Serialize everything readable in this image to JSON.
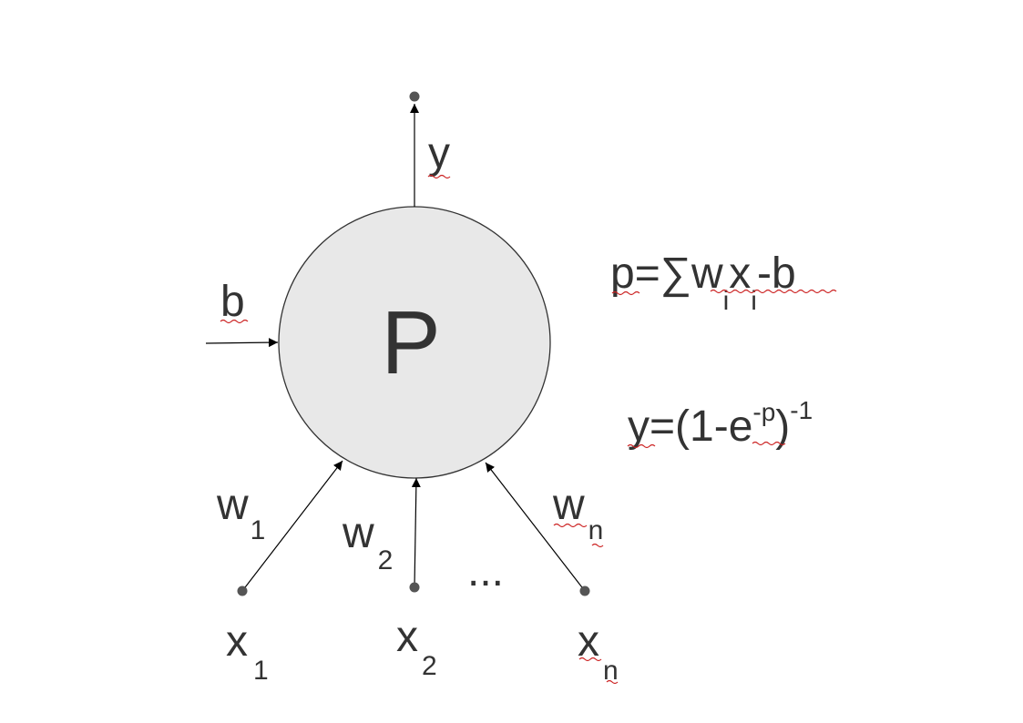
{
  "neuron": {
    "label": "P",
    "fill_color": "#e8e8e8",
    "stroke_color": "#333333"
  },
  "output": {
    "label": "y"
  },
  "bias": {
    "label": "b"
  },
  "inputs": [
    {
      "x_base": "x",
      "x_sub": "1",
      "w_base": "w",
      "w_sub": "1"
    },
    {
      "x_base": "x",
      "x_sub": "2",
      "w_base": "w",
      "w_sub": "2"
    },
    {
      "x_base": "x",
      "x_sub": "n",
      "w_base": "w",
      "w_sub": "n"
    }
  ],
  "ellipsis": "...",
  "equations": {
    "activation": {
      "lhs": "p=",
      "sum": "∑",
      "w": "w",
      "w_sub": "i",
      "x": "x",
      "x_sub": "i",
      "rest": "-b"
    },
    "output": {
      "lhs": "y=(1-e",
      "exp": "-p",
      "close": ")",
      "outer_exp": "-1"
    }
  },
  "colors": {
    "text": "#333333",
    "line": "#000000",
    "node": "#555555",
    "spellcheck": "#cc2222"
  }
}
